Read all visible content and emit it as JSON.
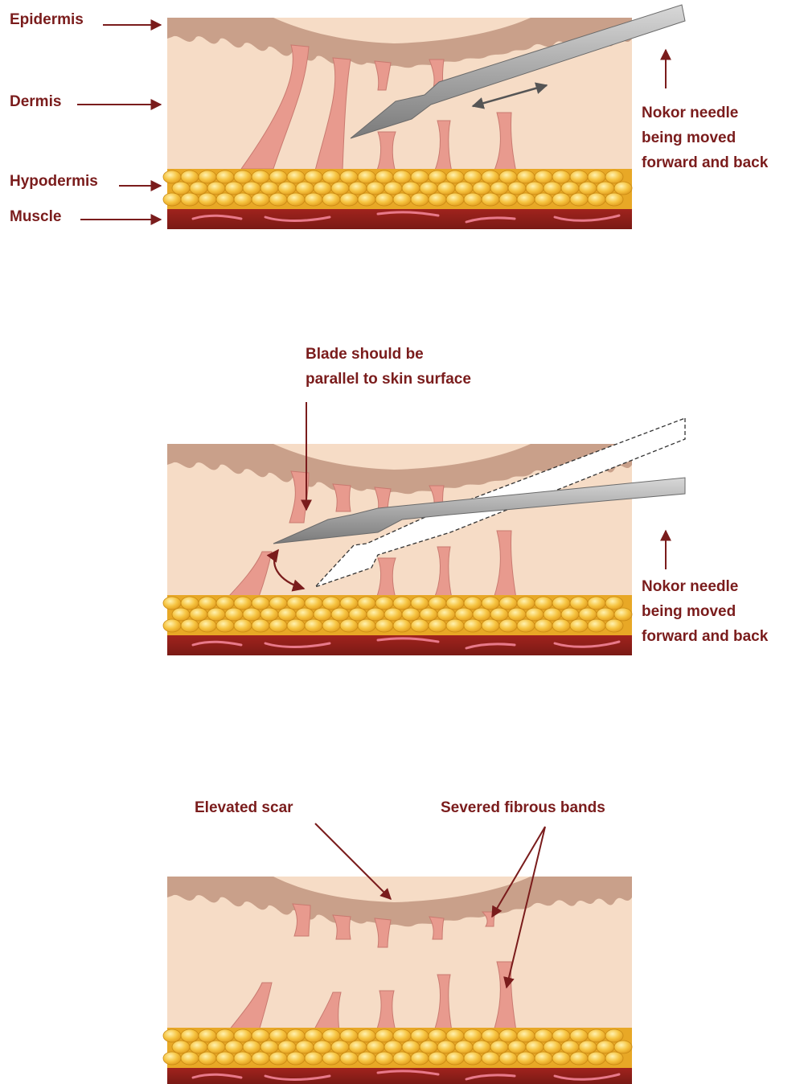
{
  "labels": {
    "epidermis": "Epidermis",
    "dermis": "Dermis",
    "hypodermis": "Hypodermis",
    "muscle": "Muscle"
  },
  "panel1": {
    "needle_note": [
      "Nokor needle",
      "being moved",
      "forward and back"
    ]
  },
  "panel2": {
    "blade_note": [
      "Blade should be",
      "parallel to skin surface"
    ],
    "needle_note": [
      "Nokor needle",
      "being moved",
      "forward and back"
    ]
  },
  "panel3": {
    "elevated_scar": "Elevated scar",
    "severed_bands": "Severed fibrous bands"
  },
  "colors": {
    "label_text": "#7a1c1c",
    "arrow": "#7a1c1c",
    "epidermis": "#c9a08a",
    "dermis": "#f6dcc6",
    "fibrous_band": "#e89a8e",
    "fat": "#f2b233",
    "fat_highlight": "#ffe79a",
    "muscle": "#8a1f1a",
    "muscle_stripe": "#e8798a",
    "needle": "#9a9a9a"
  }
}
